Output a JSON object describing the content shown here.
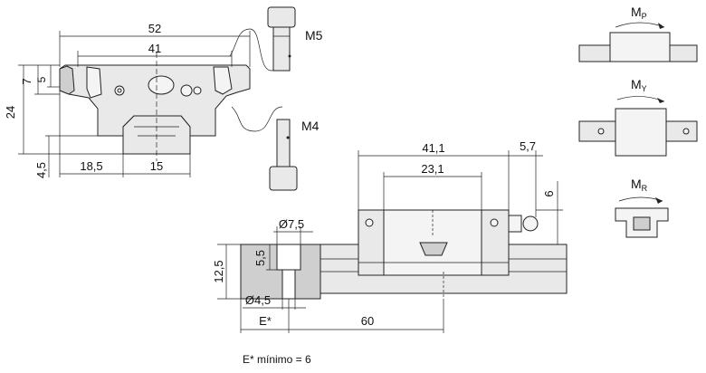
{
  "front_view": {
    "width_overall": "52",
    "hole_spacing": "41",
    "height_total": "24",
    "top_height": "7",
    "top_inner": "5",
    "bottom_offset": "4,5",
    "rail_offset": "18,5",
    "rail_width": "15"
  },
  "screws": {
    "upper_label": "M5",
    "lower_label": "M4"
  },
  "side_view": {
    "carriage_length": "41,1",
    "hole_spacing": "23,1",
    "lube_length": "5,7",
    "lube_height": "6"
  },
  "rail_section": {
    "counterbore_dia": "Ø7,5",
    "counterbore_depth": "5,5",
    "rail_height": "12,5",
    "hole_dia": "Ø4,5",
    "end_distance": "E*",
    "pitch": "60"
  },
  "moments": {
    "pitch": {
      "main": "M",
      "sub": "P"
    },
    "yaw": {
      "main": "M",
      "sub": "Y"
    },
    "roll": {
      "main": "M",
      "sub": "R"
    }
  },
  "footnote": "E* mínimo = 6"
}
